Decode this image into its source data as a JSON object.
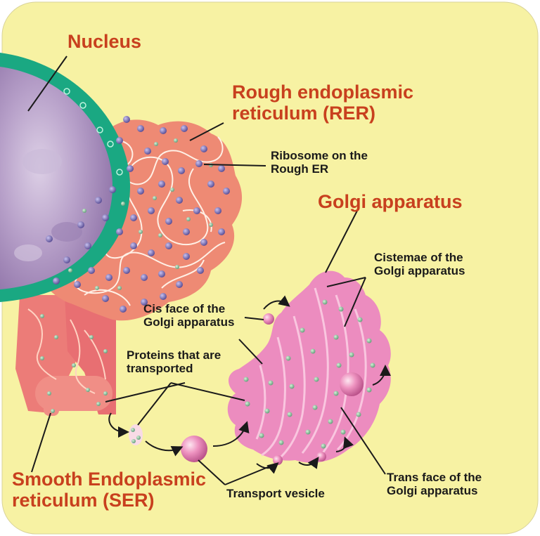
{
  "colors": {
    "background": "#f7f2a3",
    "title_label": "#c8401e",
    "small_label": "#1a1a1a",
    "nucleus_interior": "#b49ac6",
    "nuclear_envelope": "#1aa882",
    "rough_er": "#ee8a74",
    "smooth_er": "#ec7c78",
    "golgi": "#ec8cbf",
    "ribosome": "#7066a6"
  },
  "labels": {
    "nucleus": "Nucleus",
    "rer_line1": "Rough endoplasmic",
    "rer_line2": "reticulum (RER)",
    "ribosome_line1": "Ribosome on the",
    "ribosome_line2": "Rough ER",
    "golgi": "Golgi apparatus",
    "cisternae_line1": "Cistemae of the",
    "cisternae_line2": "Golgi apparatus",
    "cis_face_line1": "Cis face of the",
    "cis_face_line2": "Golgi apparatus",
    "proteins_line1": "Proteins that are",
    "proteins_line2": "transported",
    "ser_line1": "Smooth Endoplasmic",
    "ser_line2": "reticulum (SER)",
    "transport_vesicle": "Transport vesicle",
    "trans_face_line1": "Trans face of the",
    "trans_face_line2": "Golgi apparatus"
  }
}
